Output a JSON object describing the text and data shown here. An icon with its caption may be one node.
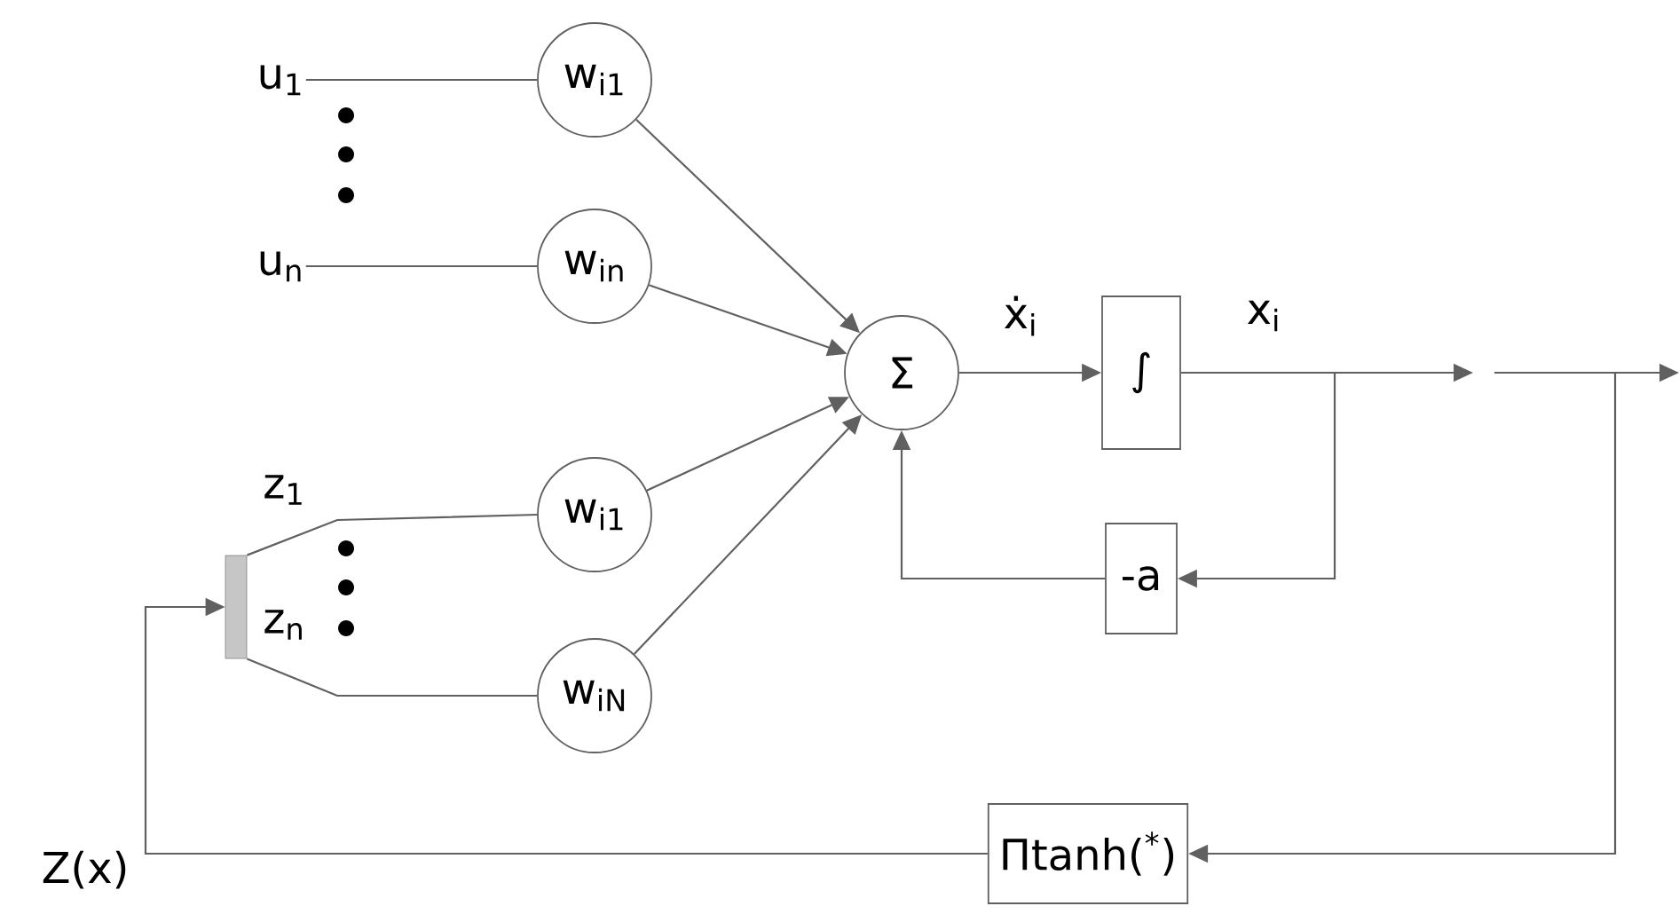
{
  "diagram": {
    "nodes": [
      {
        "text": [
          "u$_{1}$"
        ]
      },
      {
        "text": [
          "u$_{n}$"
        ]
      },
      {
        "text": [
          "w$_{i1}$"
        ]
      },
      {
        "text": [
          "w$_{in}$"
        ]
      },
      {
        "text": [
          "w$_{i1}$"
        ]
      },
      {
        "text": [
          "w$_{iN}$"
        ]
      },
      {
        "text": [
          "Σ"
        ]
      },
      {
        "text": [
          "∫"
        ]
      },
      {
        "text": [
          "-a"
        ]
      },
      {
        "text": [
          "Πtanh($^{*}$)"
        ]
      },
      {
        "text": [],
        "shape": "bar"
      }
    ],
    "edges": [
      {
        "from": 0,
        "to": 2,
        "arrow": "none"
      },
      {
        "from": 1,
        "to": 3,
        "arrow": "none"
      },
      {
        "from": 2,
        "to": 6,
        "arrow": "to"
      },
      {
        "from": 3,
        "to": 6,
        "arrow": "to"
      },
      {
        "from": 4,
        "to": 6,
        "arrow": "to"
      },
      {
        "from": 5,
        "to": 6,
        "arrow": "to"
      },
      {
        "from": 10,
        "to": 4,
        "arrow": "none",
        "label": "z$_{1}$"
      },
      {
        "from": 10,
        "to": 5,
        "arrow": "none",
        "label": "z$_{n}$"
      },
      {
        "from": 6,
        "to": 7,
        "arrow": "to",
        "label": "ẋ$_{i}$"
      },
      {
        "from": 7,
        "to": null,
        "arrow": "to",
        "label": "x$_{i}$"
      },
      {
        "from": 7,
        "to": 8,
        "arrow": "to"
      },
      {
        "from": 8,
        "to": 6,
        "arrow": "to"
      },
      {
        "from": null,
        "to": 9,
        "arrow": "to"
      },
      {
        "from": 9,
        "to": 10,
        "arrow": "to"
      }
    ],
    "labels": [
      "Z(x)"
    ]
  }
}
